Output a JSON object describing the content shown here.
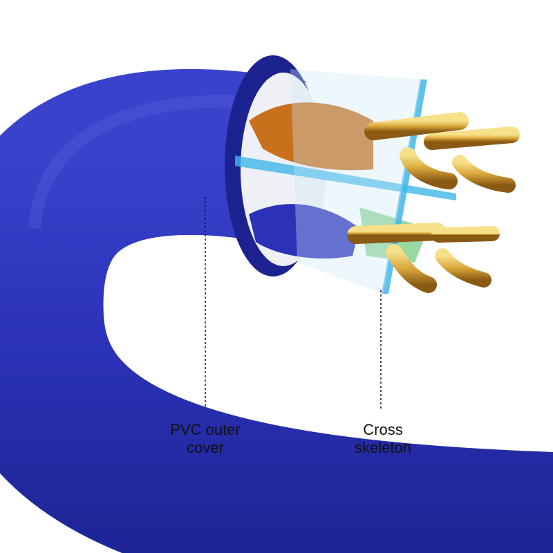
{
  "labels": {
    "pvc_line1": "PVC outer",
    "pvc_line2": "cover",
    "cross_line1": "Cross",
    "cross_line2": "skeleton"
  },
  "colors": {
    "cable_blue": "#2b32b8",
    "cable_dark": "#1c2290",
    "copper": "#d9a63a",
    "orange_pair": "#c8701c",
    "separator": "#3fb6e8"
  }
}
